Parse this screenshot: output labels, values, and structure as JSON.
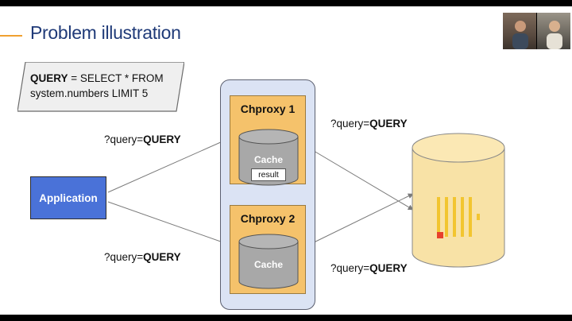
{
  "title": "Problem illustration",
  "query_definition": {
    "keyword": "QUERY",
    "line1_rest": " = SELECT * FROM",
    "line2": "system.numbers LIMIT 5"
  },
  "application": {
    "label": "Application"
  },
  "edge_labels": {
    "prefix": "?query=",
    "value": "QUERY"
  },
  "proxies": [
    {
      "title": "Chproxy 1",
      "cache_label": "Cache",
      "entry": "result"
    },
    {
      "title": "Chproxy 2",
      "cache_label": "Cache"
    }
  ],
  "database": {
    "icon": "clickhouse-logo-icon"
  },
  "colors": {
    "title": "#1f3a78",
    "accent": "#f0a030",
    "application": "#4a72d8",
    "proxy_group": "#dbe3f4",
    "proxy": "#f5c26b",
    "cache": "#a8a8a8",
    "database": "#f8e2a6",
    "logo_bars": "#f2c530",
    "logo_red": "#e8412c"
  }
}
